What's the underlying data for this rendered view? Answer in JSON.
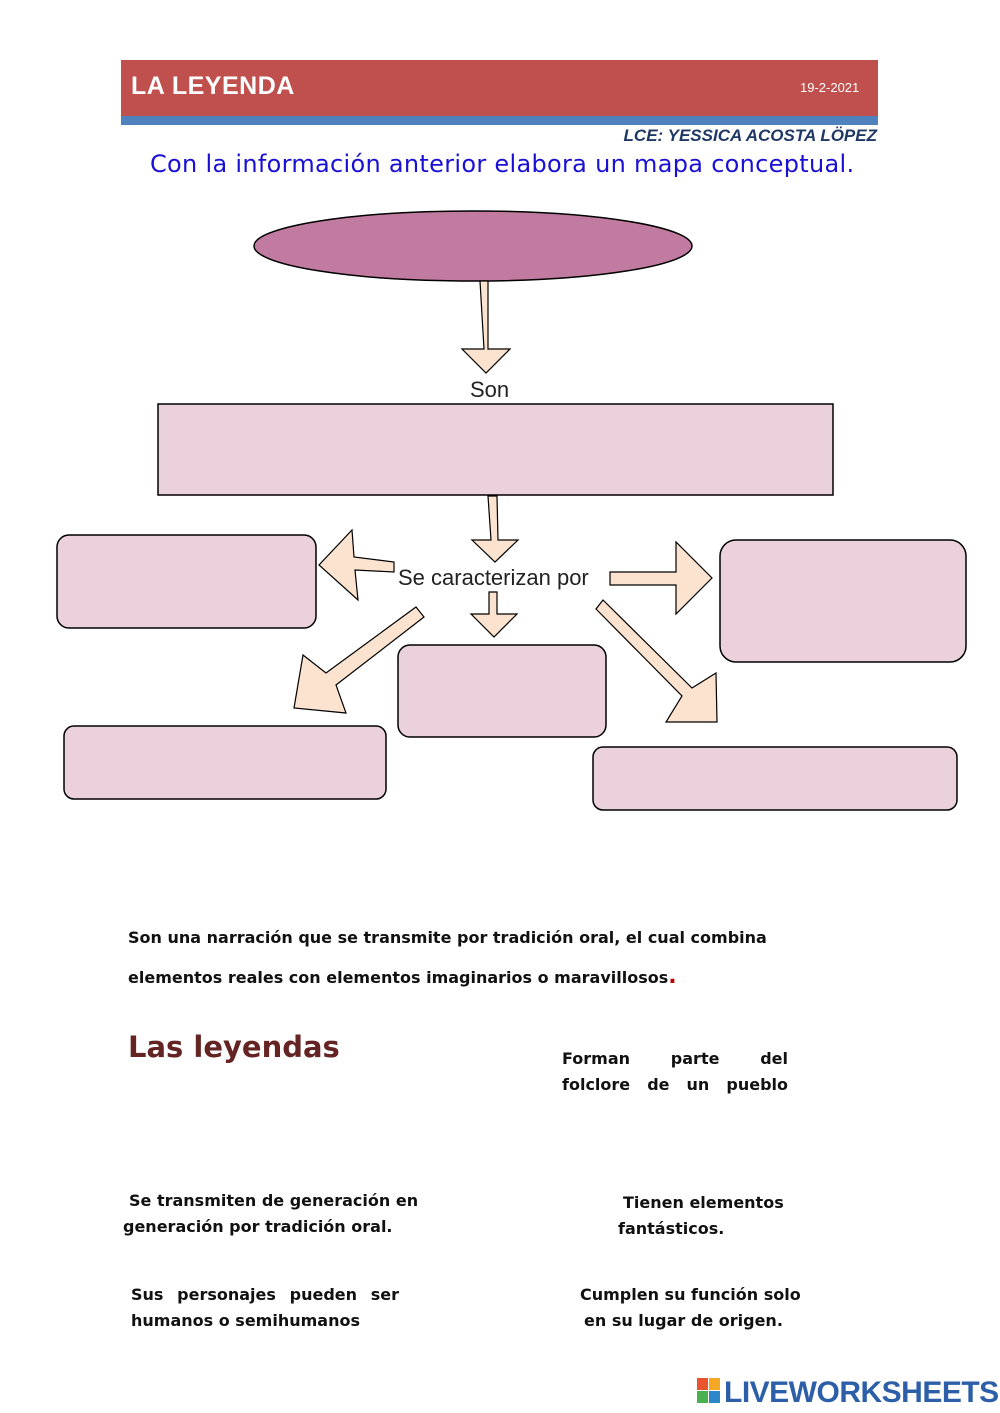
{
  "header": {
    "title": "LA LEYENDA",
    "date": "19-2-2021",
    "author": "LCE: YESSICA ACOSTA LÖPEZ"
  },
  "instruction": "Con la información anterior elabora un mapa conceptual.",
  "concept_map": {
    "label_son": "Son",
    "label_caracterizan": "Se caracterizan por",
    "colors": {
      "ellipse": "#c27ba0",
      "box": "#ead1dc",
      "arrow_fill": "#fbe3cf"
    }
  },
  "answers": {
    "definition_line1": "Son una narración que se transmite por tradición oral, el cual combina",
    "definition_line2": "elementos reales con elementos imaginarios o maravillosos",
    "definition_dot": ".",
    "title": "Las leyendas",
    "forman_line1": "Forman parte del",
    "forman_line2": "folclore de un pueblo",
    "transmiten_line1": "Se transmiten de generación en",
    "transmiten_line2": "generación por tradición oral.",
    "tienen_line1": "Tienen elementos",
    "tienen_line2": "fantásticos.",
    "personajes_line1": "Sus personajes pueden ser",
    "personajes_line2": "humanos o semihumanos",
    "cumplen_line1": "Cumplen su función solo",
    "cumplen_line2": "en su lugar de origen."
  },
  "footer": {
    "brand": "LIVEWORKSHEETS"
  }
}
